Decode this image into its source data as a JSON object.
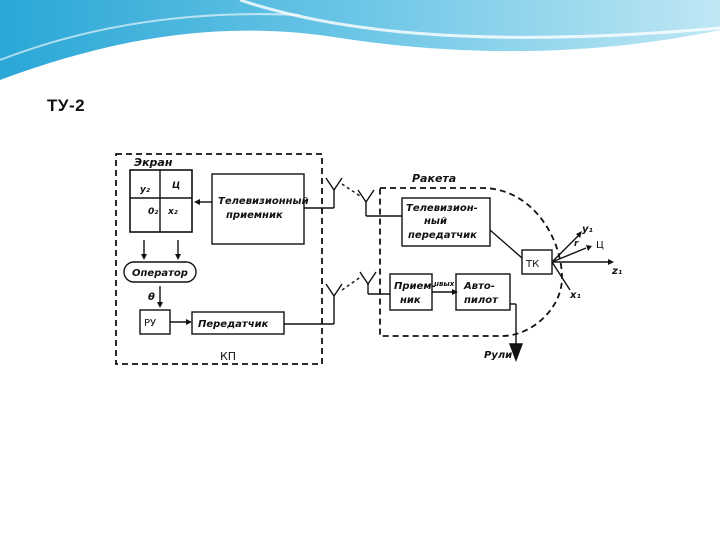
{
  "slide": {
    "title": "ТУ-2"
  },
  "diagram": {
    "screen_label": "Экран",
    "kp_label": "КП",
    "rocket_label": "Ракета",
    "tv_receiver": [
      "Телевизионный",
      "приемник"
    ],
    "tv_transmitter": [
      "Телевизион-",
      "ный",
      "передатчик"
    ],
    "operator": "Оператор",
    "ru": "РУ",
    "transmitter": "Передатчик",
    "receiver": [
      "Прием-",
      "ник"
    ],
    "autopilot": [
      "Авто-",
      "пилот"
    ],
    "tk": "ТК",
    "rudders": "Рули",
    "u_out": "uвых",
    "screen_axes": {
      "y": "y₂",
      "x": "x₂",
      "origin": "0₂",
      "small": "Ц"
    },
    "missile_axes": {
      "y": "y₁",
      "x": "x₁",
      "z": "z₁",
      "target": "Ц",
      "r": "r"
    },
    "theta": "θ"
  }
}
